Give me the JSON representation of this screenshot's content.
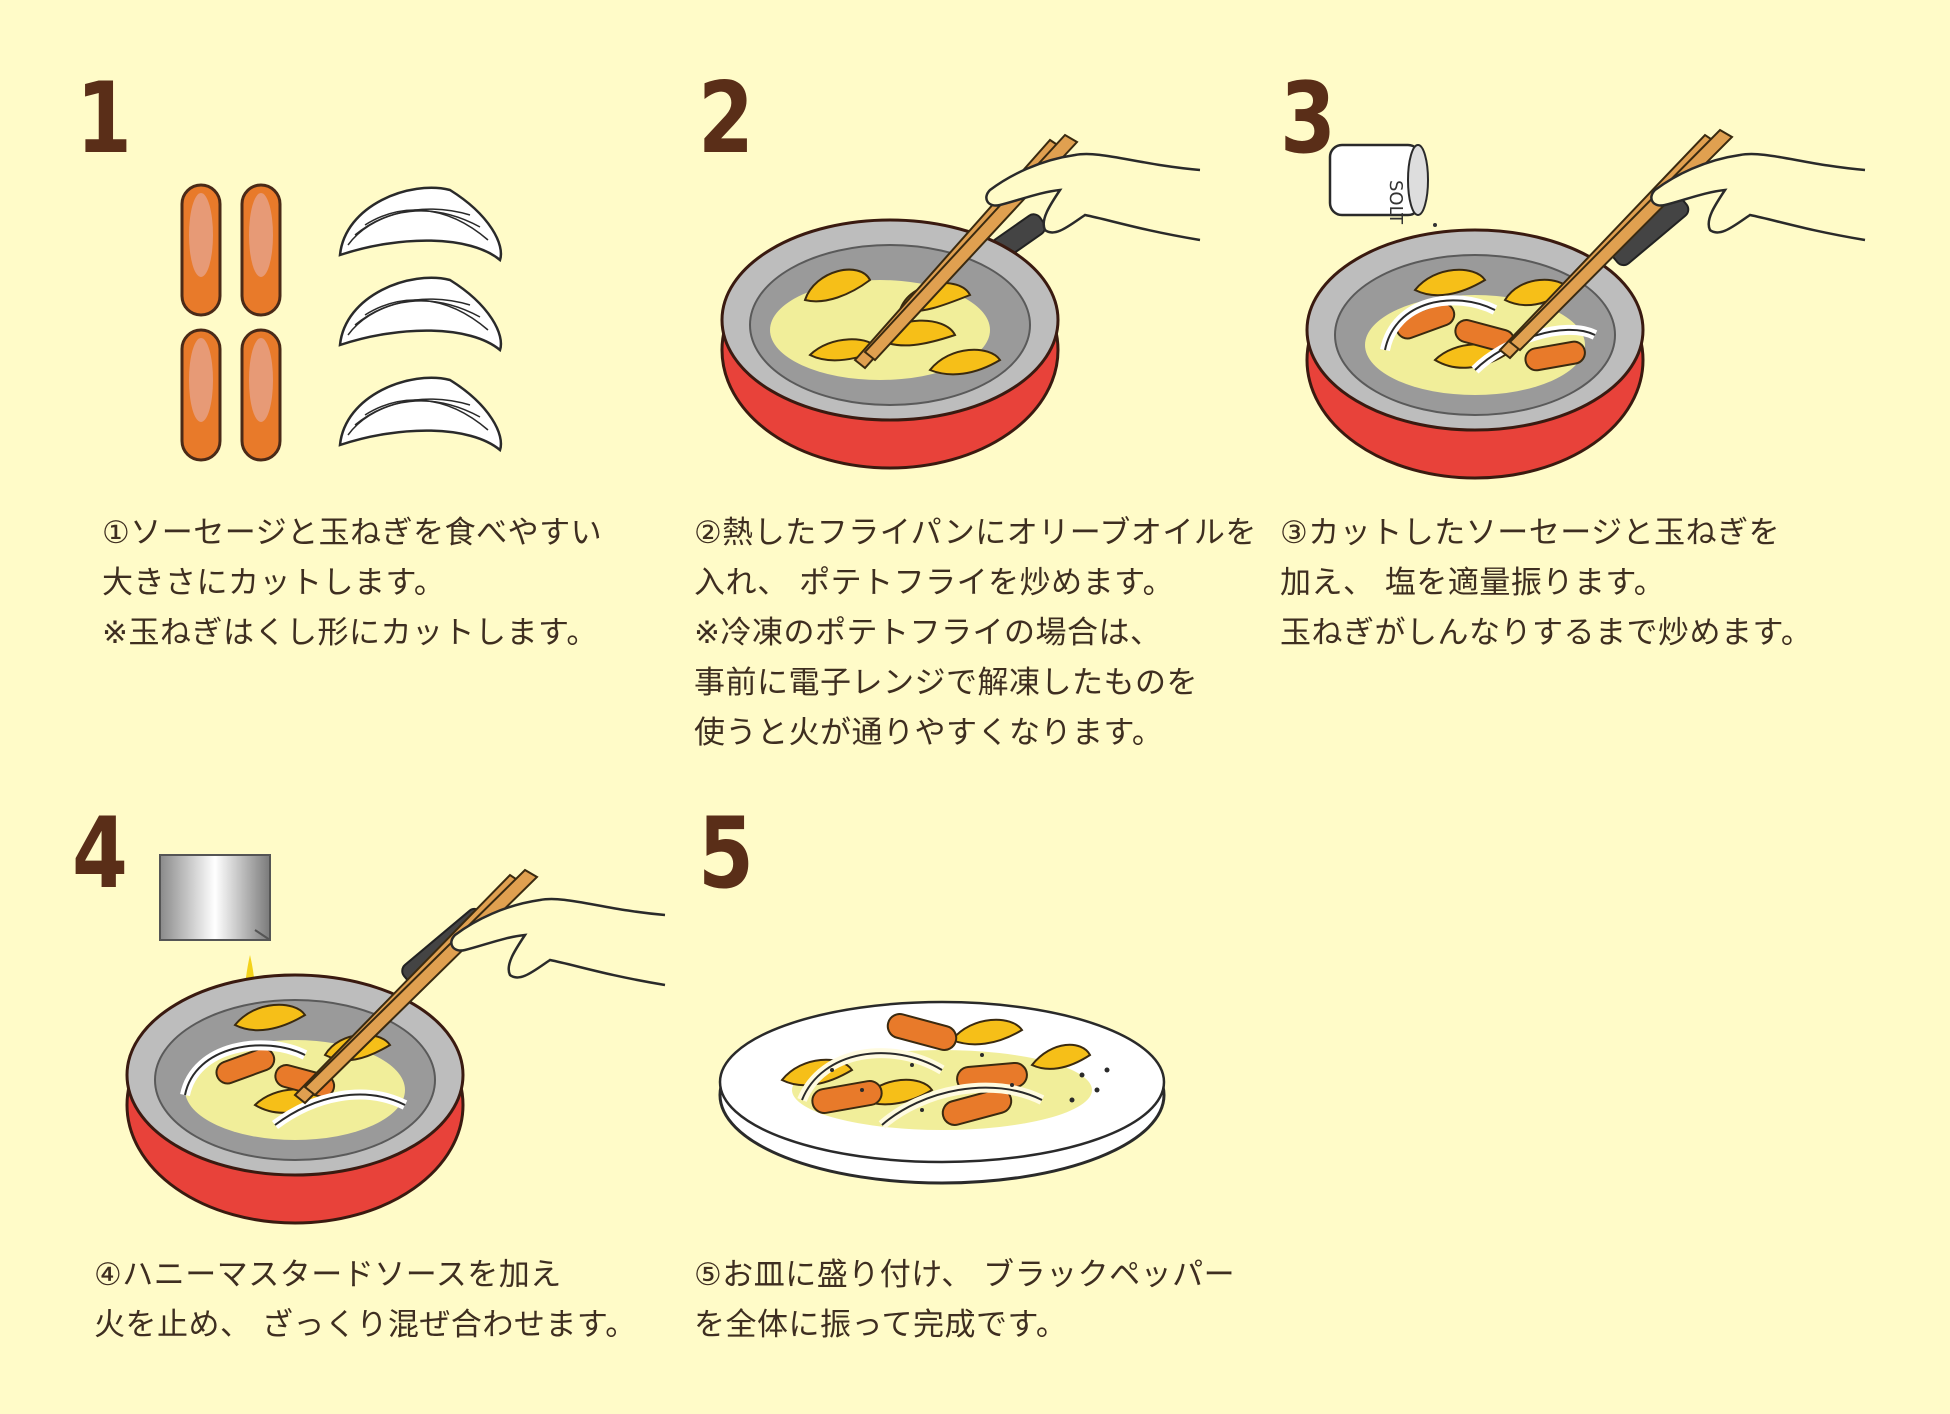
{
  "steps": [
    {
      "number": "1",
      "lines": [
        "①ソーセージと玉ねぎを食べやすい",
        "大きさにカットします。",
        "※玉ねぎはくし形にカットします。"
      ]
    },
    {
      "number": "2",
      "lines": [
        "②熱したフライパンにオリーブオイルを",
        "入れ、 ポテトフライを炒めます。",
        "※冷凍のポテトフライの場合は、",
        "事前に電子レンジで解凍したものを",
        "使うと火が通りやすくなります。"
      ]
    },
    {
      "number": "3",
      "lines": [
        "③カットしたソーセージと玉ねぎを",
        "加え、 塩を適量振ります。",
        "玉ねぎがしんなりするまで炒めます。"
      ]
    },
    {
      "number": "4",
      "lines": [
        "④ハニーマスタードソースを加え",
        "火を止め、 ざっくり混ぜ合わせます。"
      ]
    },
    {
      "number": "5",
      "lines": [
        "⑤お皿に盛り付け、 ブラックペッパー",
        "を全体に振って完成です。"
      ]
    }
  ],
  "salt_shaker_label": "SOLT",
  "colors": {
    "background": "#fffbc8",
    "number": "#5a2e18",
    "pan_red": "#e8423a",
    "sausage": "#e87a2a",
    "potato": "#f6bf18"
  },
  "icons": [
    "sausage-icon",
    "onion-wedge-icon",
    "frying-pan-icon",
    "chopsticks-icon",
    "hand-icon",
    "salt-shaker-icon",
    "sauce-packet-icon",
    "plate-icon"
  ]
}
